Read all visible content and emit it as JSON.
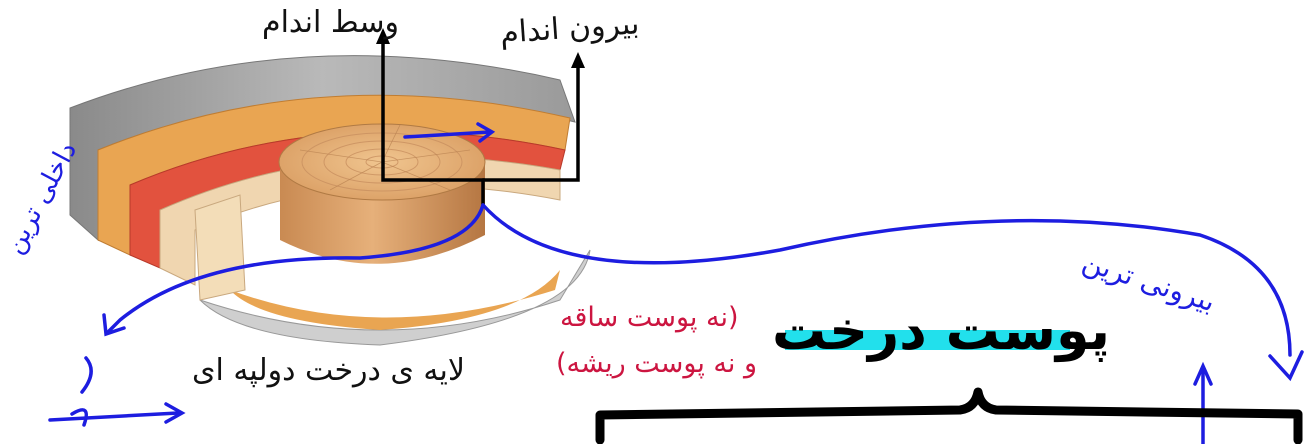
{
  "labels": {
    "middle": "وسط اندام",
    "outside": "بیرون اندام",
    "inner": "داخلی ترین",
    "dicot": "لایه ی درخت دولپه ای",
    "bark": "پوست درخت",
    "not_bark_line1": "(نه پوست ساقه",
    "not_bark_line2": "و نه پوست ریشه)",
    "outermost": "بیرونی ترین"
  },
  "colors": {
    "ink_blue": "#1d1de0",
    "ink_red": "#cc1540",
    "ink_black": "#000000",
    "highlight_cyan": "#22e0ec"
  },
  "icons": [
    "arrow-up-icon",
    "arrow-right-icon",
    "curly-brace-icon"
  ]
}
